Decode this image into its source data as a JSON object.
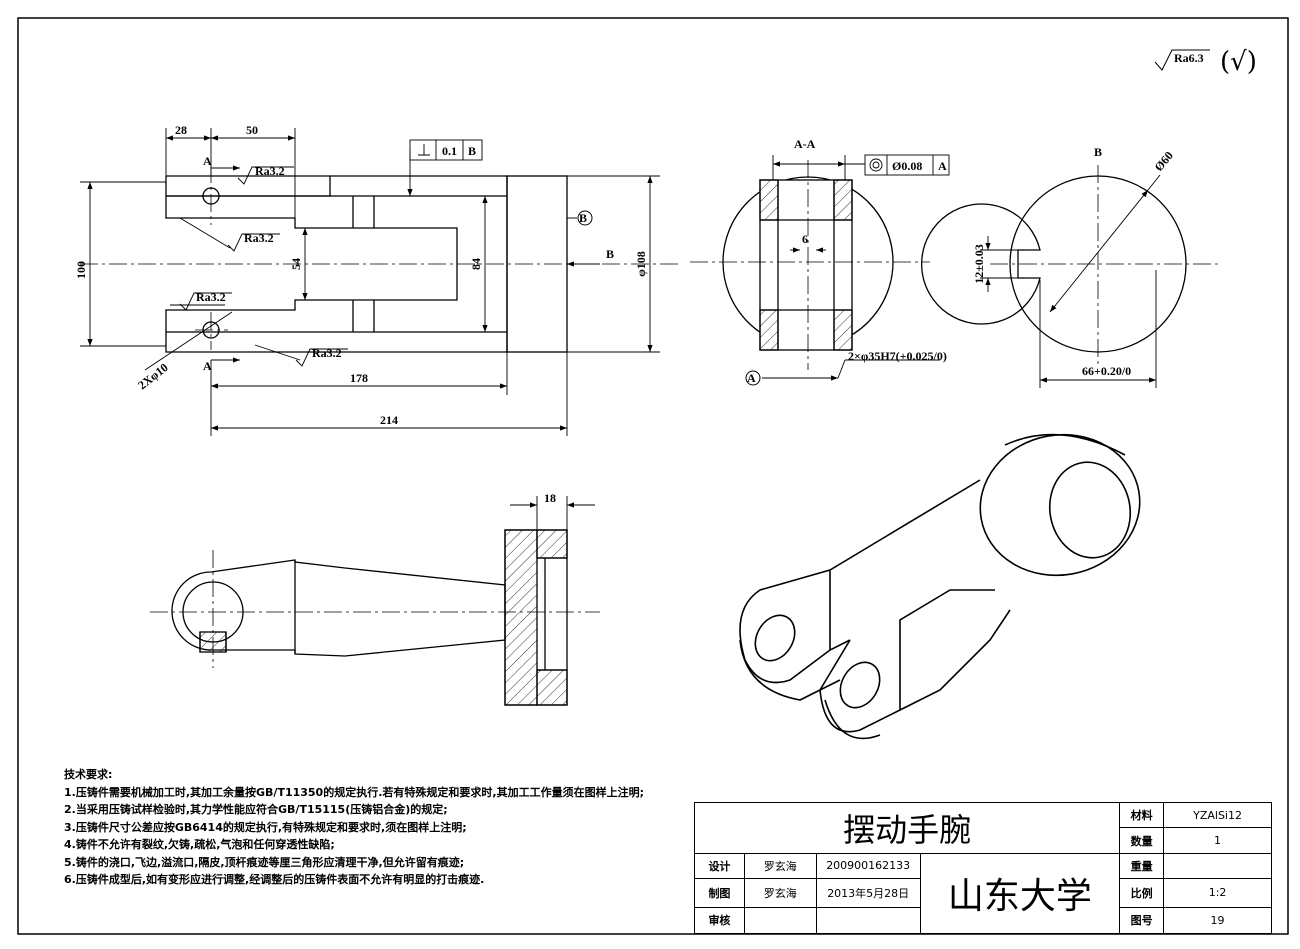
{
  "roughness": {
    "main": "Ra6.3",
    "others": "(√)"
  },
  "dims": {
    "d28": "28",
    "d50": "50",
    "d100": "100",
    "d54": "54",
    "d84": "84",
    "d108": "φ108",
    "d178": "178",
    "d214": "214",
    "d18": "18",
    "holes": "2Xφ10",
    "ra1": "Ra3.2",
    "ra2": "Ra3.2",
    "ra3": "Ra3.2",
    "ra4": "Ra3.2",
    "perp_tol": "0.1",
    "perp_datum": "B",
    "datum_b": "B",
    "section_a_top": "A",
    "section_a_bot": "A",
    "view_b": "B",
    "aa_label": "A-A",
    "conc_tol": "Ø0.08",
    "conc_datum": "A",
    "d6": "6",
    "bore": "2×φ35H7(+0.025/0)",
    "datum_a": "A",
    "b_label": "B",
    "d60": "Ø60",
    "d12": "12±0.03",
    "d66": "66+0.20/0"
  },
  "notes": {
    "title": "技术要求:",
    "items": [
      "1.压铸件需要机械加工时,其加工余量按GB/T11350的规定执行.若有特殊规定和要求时,其加工工作量须在图样上注明;",
      "2.当采用压铸试样检验时,其力学性能应符合GB/T15115(压铸铝合金)的规定;",
      "3.压铸件尺寸公差应按GB6414的规定执行,有特殊规定和要求时,须在图样上注明;",
      "4.铸件不允许有裂纹,欠铸,疏松,气泡和任何穿透性缺陷;",
      "5.铸件的浇口,飞边,溢流口,隔皮,顶杆痕迹等厘三角形应清理干净,但允许留有痕迹;",
      "6.压铸件成型后,如有变形应进行调整,经调整后的压铸件表面不允许有明显的打击痕迹."
    ]
  },
  "title_block": {
    "part_name": "摆动手腕",
    "school": "山东大学",
    "design_label": "设计",
    "design_name": "罗玄海",
    "design_id": "200900162133",
    "draw_label": "制图",
    "draw_name": "罗玄海",
    "draw_date": "2013年5月28日",
    "check_label": "审核",
    "material_label": "材料",
    "material": "YZAlSi12",
    "qty_label": "数量",
    "qty": "1",
    "weight_label": "重量",
    "weight": "",
    "scale_label": "比例",
    "scale": "1:2",
    "drawing_label": "图号",
    "drawing_no": "19"
  }
}
